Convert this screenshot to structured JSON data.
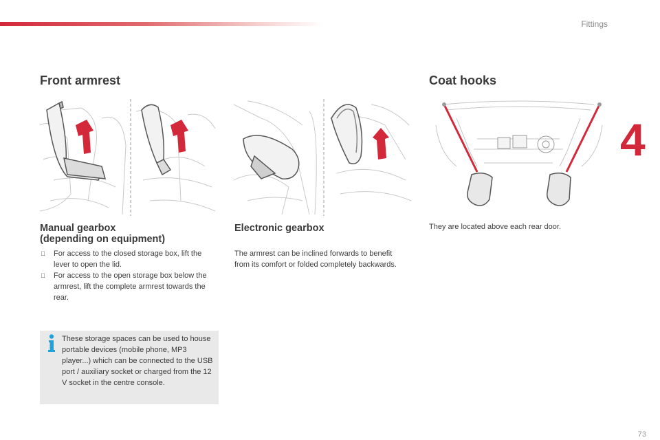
{
  "header": {
    "section_label": "Fittings",
    "chapter_number": "4"
  },
  "front_armrest": {
    "title": "Front armrest",
    "manual": {
      "title_line1": "Manual gearbox",
      "title_line2": "(depending on equipment)",
      "bullets": [
        "For access to the closed storage box, lift the lever to open the lid.",
        "For access to the open storage box below the armrest, lift the complete armrest towards the rear."
      ],
      "bullet_mark": ""
    },
    "info": {
      "text": "These storage spaces can be used to house portable devices (mobile phone, MP3 player...) which can be connected to the USB port / auxiliary socket or charged from the 12 V socket in the centre console."
    },
    "electronic": {
      "title": "Electronic gearbox",
      "text": "The armrest can be inclined forwards to benefit from its comfort or folded completely backwards."
    }
  },
  "coat_hooks": {
    "title": "Coat hooks",
    "text": "They are located above each rear door."
  },
  "footer": {
    "page_number": "73"
  },
  "colors": {
    "accent": "#d2283a",
    "info_blue": "#1fa3dc",
    "info_bg": "#e9e9e9"
  }
}
